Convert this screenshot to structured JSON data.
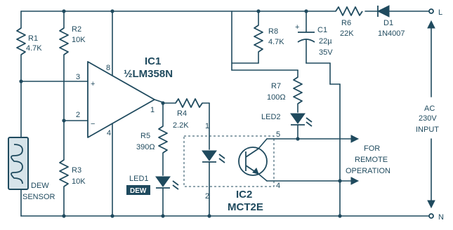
{
  "ic1": {
    "name": "IC1",
    "part": "½LM358N",
    "pin_in_plus": "3",
    "pin_in_minus": "2",
    "pin_vcc": "8",
    "pin_gnd": "4",
    "pin_out": "1"
  },
  "ic2": {
    "name": "IC2",
    "part": "MCT2E",
    "pin1": "1",
    "pin2": "2",
    "pin4": "4",
    "pin5": "5"
  },
  "r1": {
    "name": "R1",
    "value": "4.7K"
  },
  "r2": {
    "name": "R2",
    "value": "10K"
  },
  "r3": {
    "name": "R3",
    "value": "10K"
  },
  "r4": {
    "name": "R4",
    "value": "2.2K"
  },
  "r5": {
    "name": "R5",
    "value": "390Ω"
  },
  "r6": {
    "name": "R6",
    "value": "22K"
  },
  "r7": {
    "name": "R7",
    "value": "100Ω"
  },
  "r8": {
    "name": "R8",
    "value": "4.7K"
  },
  "c1": {
    "name": "C1",
    "value": "22µ",
    "voltage": "35V"
  },
  "d1": {
    "name": "D1",
    "value": "1N4007"
  },
  "led1": {
    "name": "LED1",
    "tag": "DEW"
  },
  "led2": {
    "name": "LED2"
  },
  "sensor": {
    "line1": "DEW",
    "line2": "SENSOR"
  },
  "ac": {
    "line1": "AC",
    "line2": "230V",
    "line3": "INPUT",
    "terminal_l": "L",
    "terminal_n": "N"
  },
  "remote": {
    "line1": "FOR",
    "line2": "REMOTE",
    "line3": "OPERATION"
  },
  "colors": {
    "ink": "#1f4a5e",
    "background": "#ffffff",
    "polarity_mark": "#c8a028"
  }
}
